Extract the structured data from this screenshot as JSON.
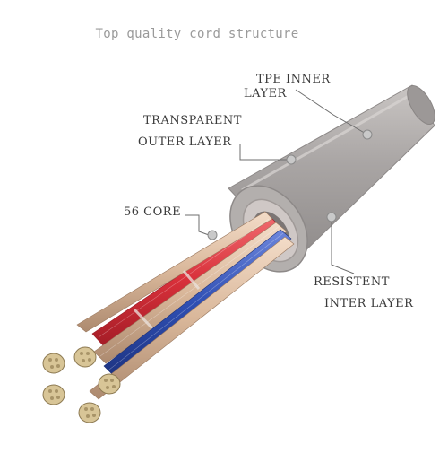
{
  "title": "Top quality cord structure",
  "labels": {
    "tpe_line1": "TPE INNER",
    "tpe_line2": "LAYER",
    "transparent_line1": "TRANSPARENT",
    "transparent_line2": "OUTER LAYER",
    "core": "56 CORE",
    "resistent_line1": "RESISTENT",
    "resistent_line2": "INTER LAYER"
  },
  "colors": {
    "outer_jacket": "#a9a5a4",
    "inner_jacket": "#bdb6b4",
    "red_wire": "#d8303a",
    "blue_wire": "#2f4fb3",
    "copper": "#d9b79a",
    "conductor_tip": "#c8b488",
    "callout_line": "#6e6e6e"
  }
}
